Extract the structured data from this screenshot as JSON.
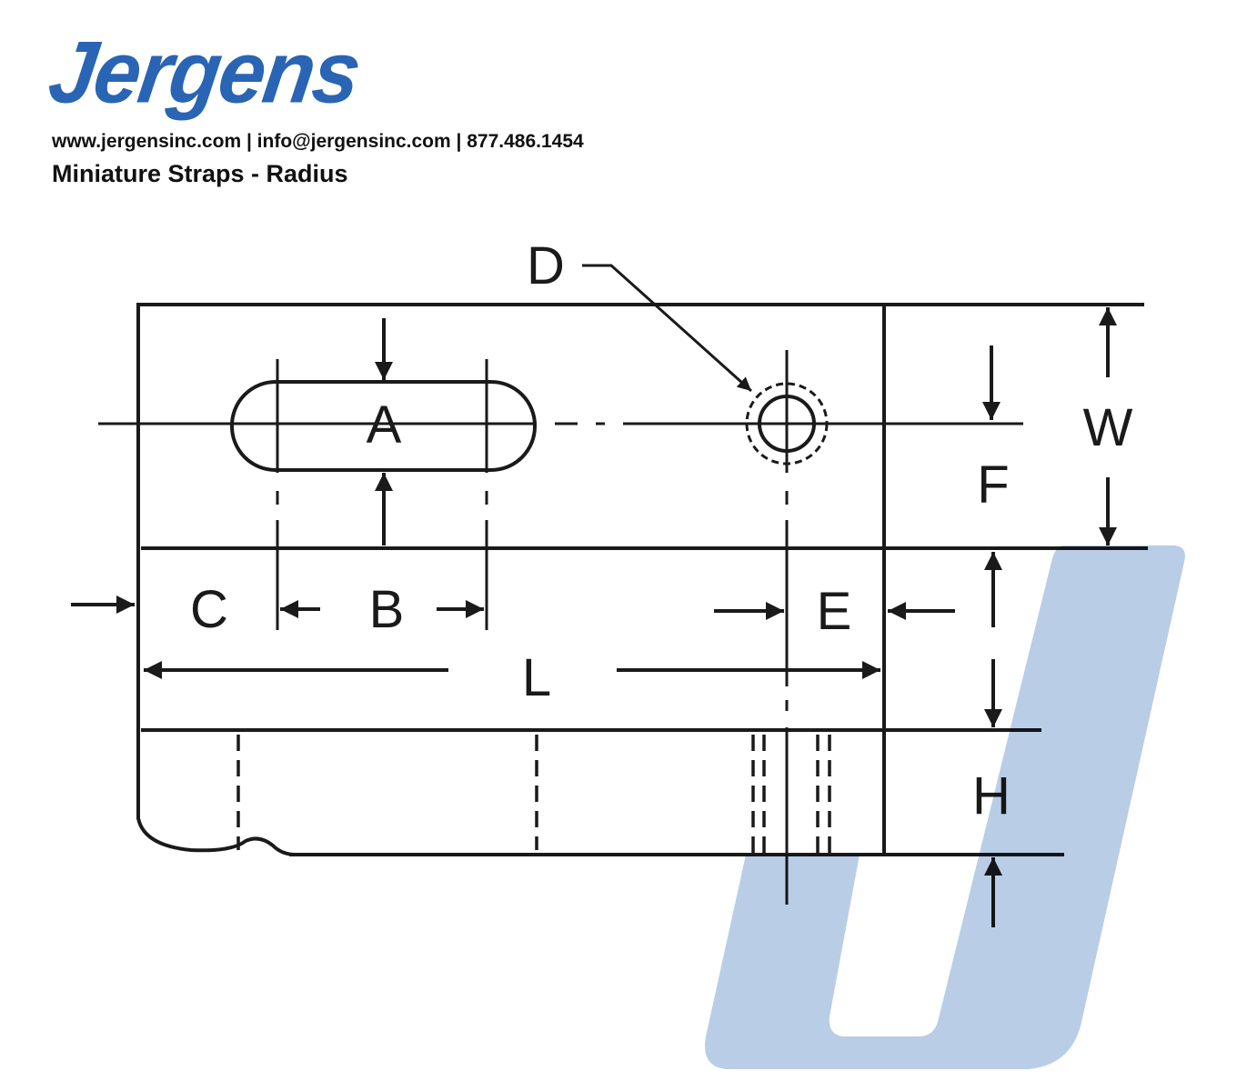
{
  "header": {
    "logo_text": "Jergens",
    "contact": "www.jergensinc.com | info@jergensinc.com | 877.486.1454",
    "title": "Miniature Straps - Radius"
  },
  "diagram": {
    "labels": {
      "A": "A",
      "B": "B",
      "C": "C",
      "D": "D",
      "E": "E",
      "F": "F",
      "H": "H",
      "L": "L",
      "W": "W"
    }
  },
  "colors": {
    "brand": "#2a64b4",
    "watermark": "#b9cde6",
    "line": "#1a1a1a"
  }
}
